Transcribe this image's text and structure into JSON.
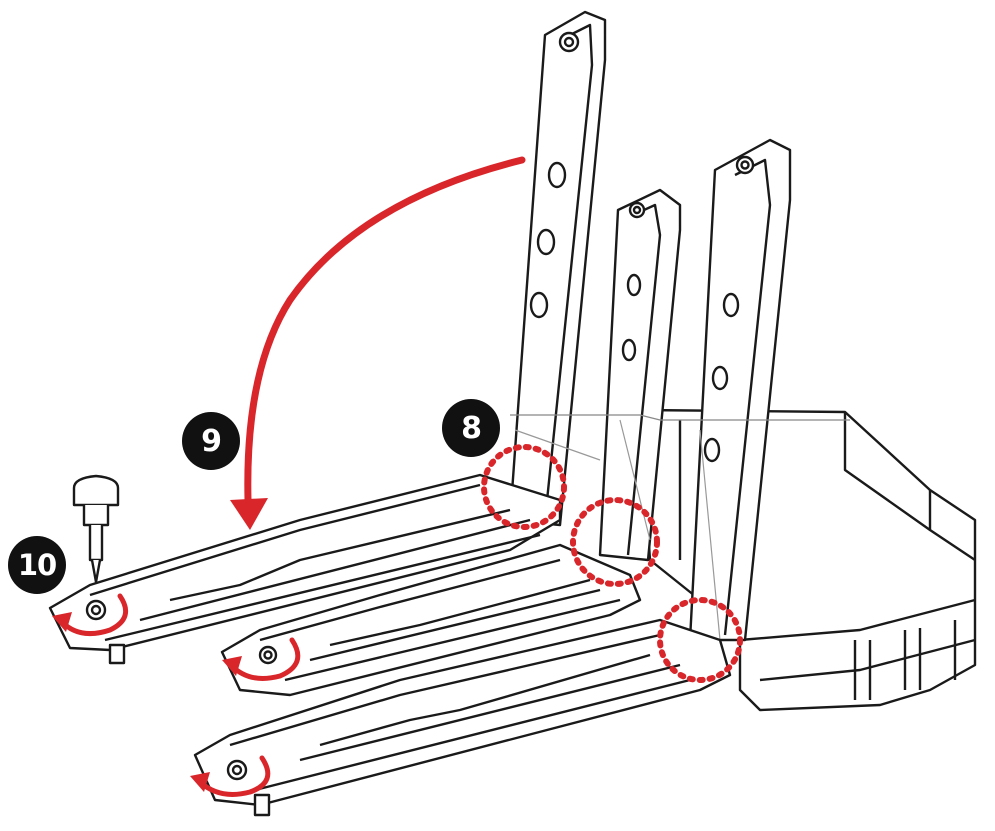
{
  "steps": [
    {
      "label": "8"
    },
    {
      "label": "9"
    },
    {
      "label": "10"
    }
  ],
  "colors": {
    "line": "#1a1a1a",
    "accent": "#d9262b",
    "fill": "#ffffff"
  },
  "icons": {
    "screwdriver": "screwdriver-icon",
    "rotate": "rotate-arrow-icon",
    "latch_marker": "dotted-circle-icon",
    "fold_arrow": "curved-arrow-icon"
  }
}
